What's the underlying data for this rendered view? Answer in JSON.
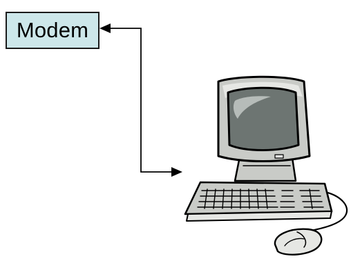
{
  "diagram": {
    "modem": {
      "label": "Modem",
      "fill": "#cde7ea",
      "border": "#1a1a1a"
    },
    "connector": {
      "color": "#000000",
      "arrowheads": "both"
    },
    "computer": {
      "icon": "desktop-computer-icon",
      "parts": [
        "monitor",
        "screen",
        "stand",
        "keyboard",
        "mouse",
        "cable"
      ],
      "colors": {
        "body": "#c9cbc7",
        "body_light": "#e6e7e4",
        "screen": "#6d7572",
        "screen_glare": "#b6bcb9",
        "outline": "#000000"
      }
    }
  }
}
